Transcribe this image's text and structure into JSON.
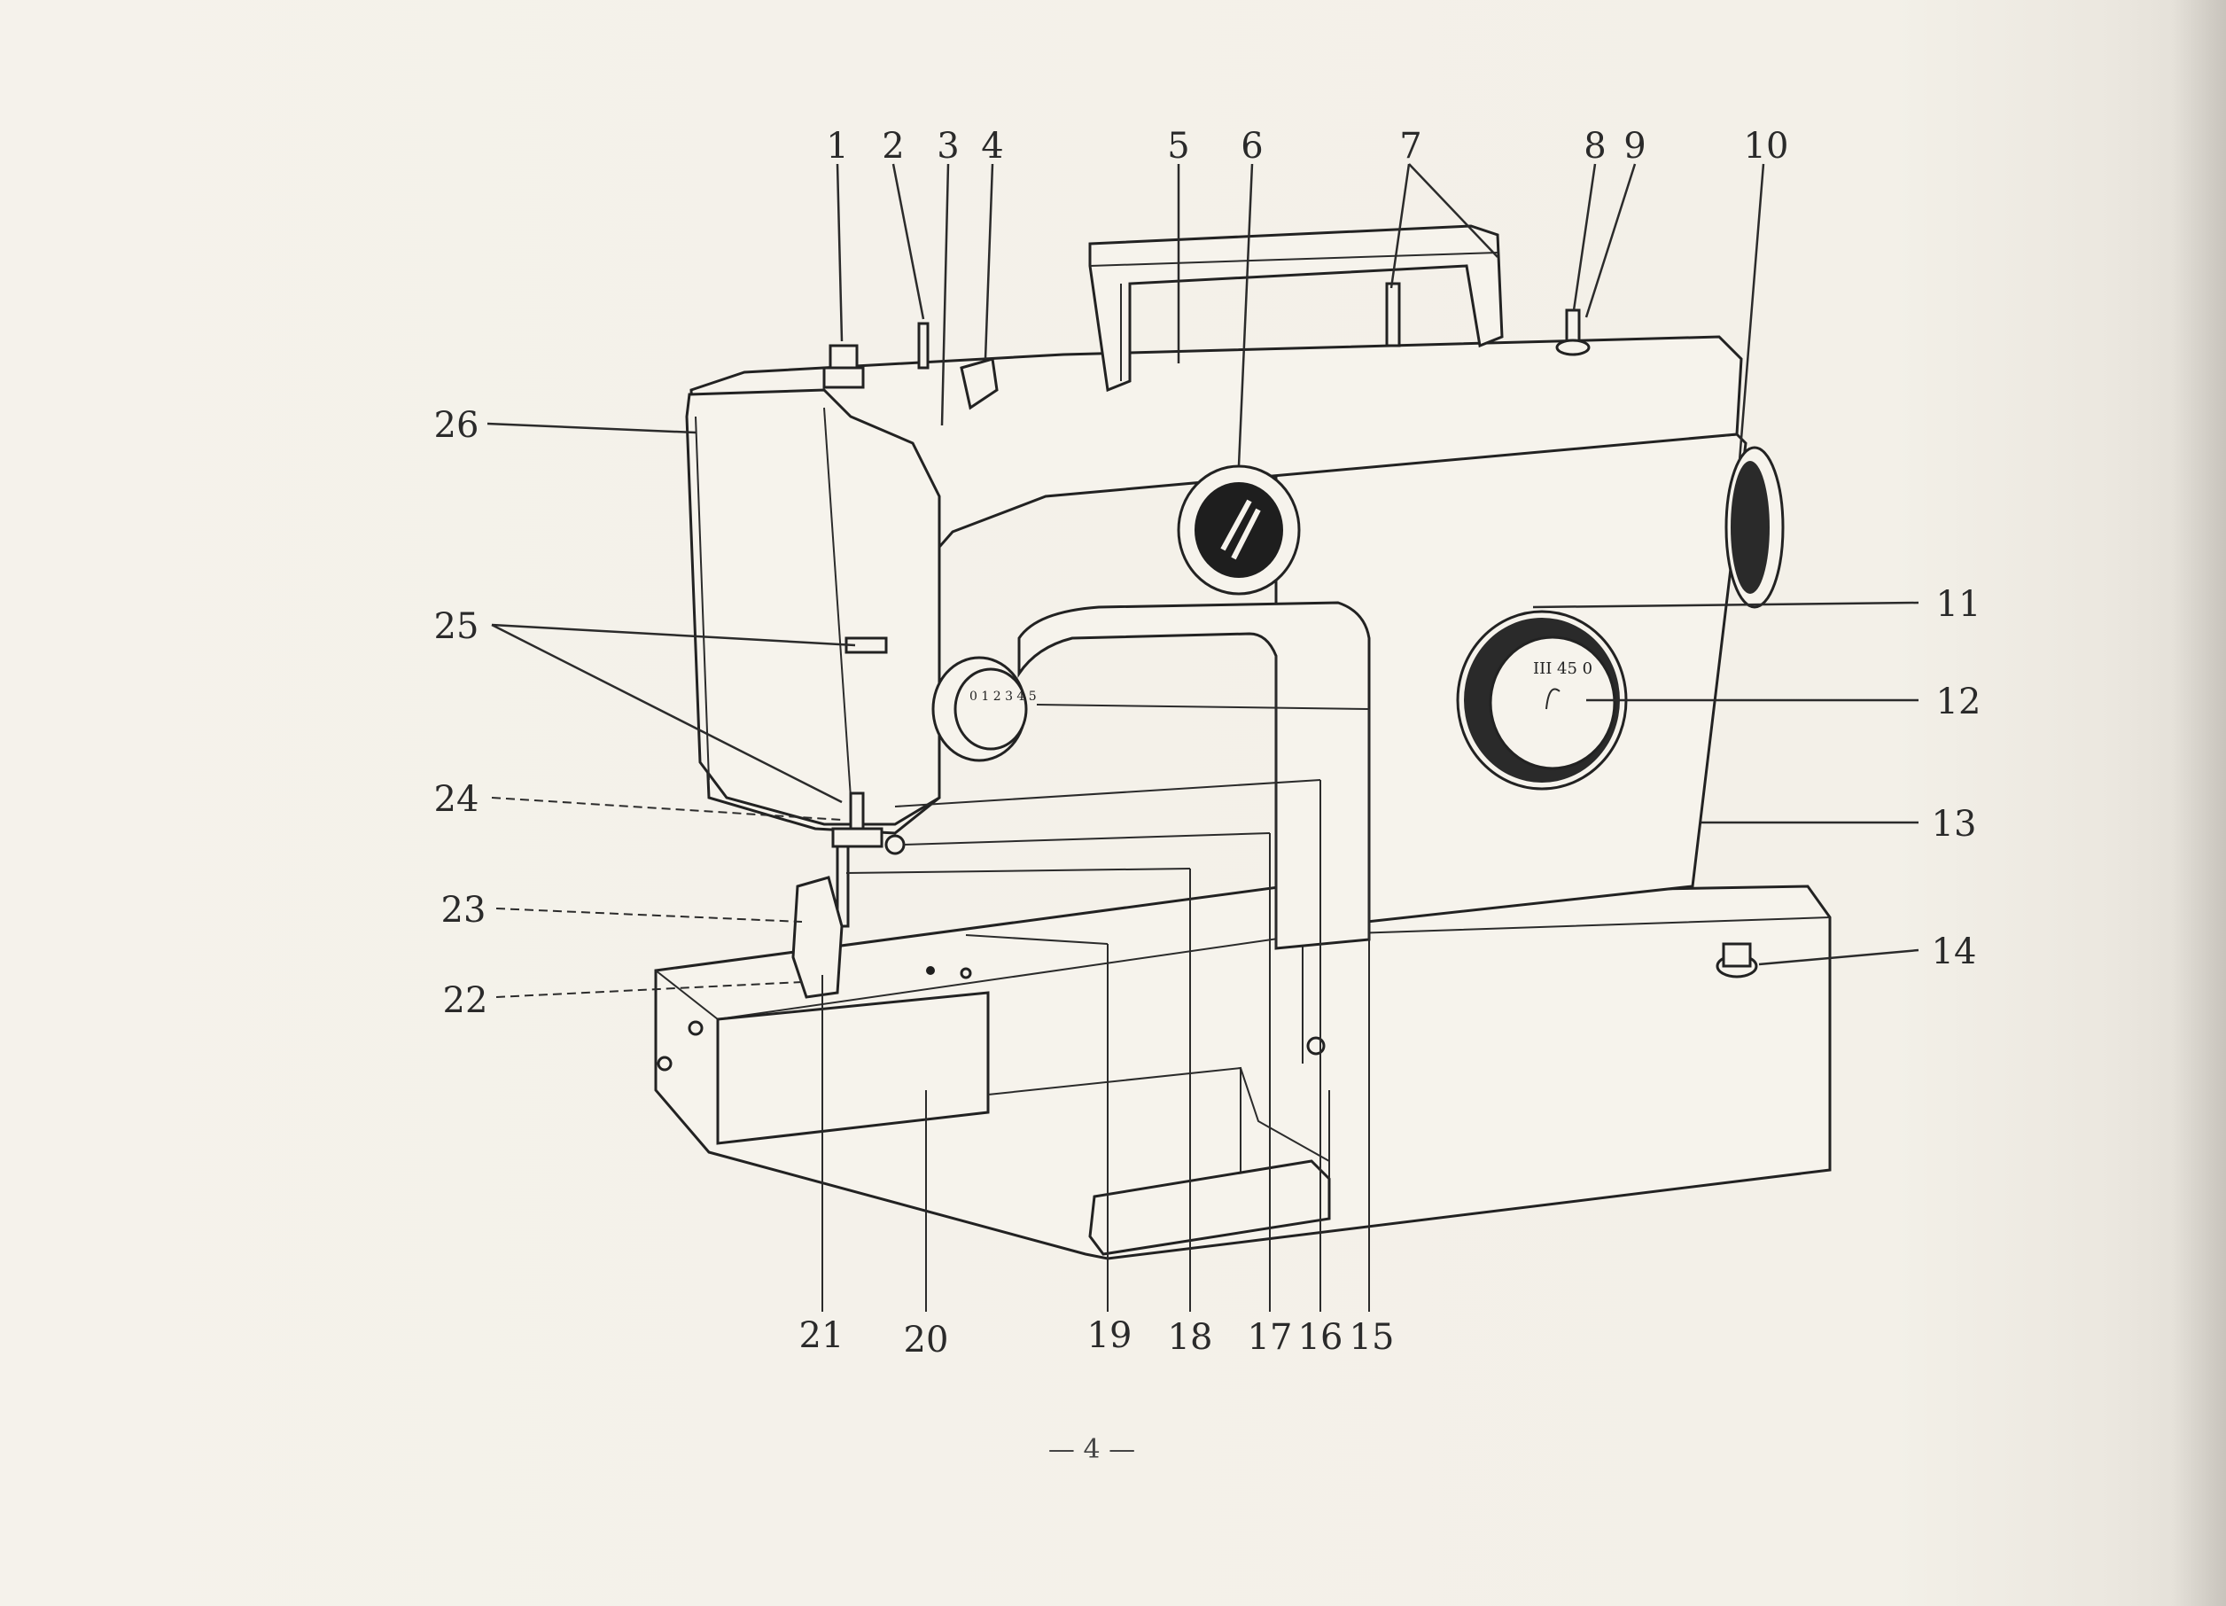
{
  "figure": {
    "page_number": "— 4 —"
  },
  "labels": {
    "n1": "1",
    "n2": "2",
    "n3": "3",
    "n4": "4",
    "n5": "5",
    "n6": "6",
    "n7": "7",
    "n8": "8",
    "n9": "9",
    "n10": "10",
    "n11": "11",
    "n12": "12",
    "n13": "13",
    "n14": "14",
    "n15": "15",
    "n16": "16",
    "n17": "17",
    "n18": "18",
    "n19": "19",
    "n20": "20",
    "n21": "21",
    "n22": "22",
    "n23": "23",
    "n24": "24",
    "n25": "25",
    "n26": "26"
  },
  "dial_marks": {
    "stitch_width_dial": "0 1 2 3 4 5",
    "pattern_dial": "III 45 0"
  },
  "colors": {
    "ink": "#2b2b2b",
    "paper": "#f4f1ea"
  }
}
